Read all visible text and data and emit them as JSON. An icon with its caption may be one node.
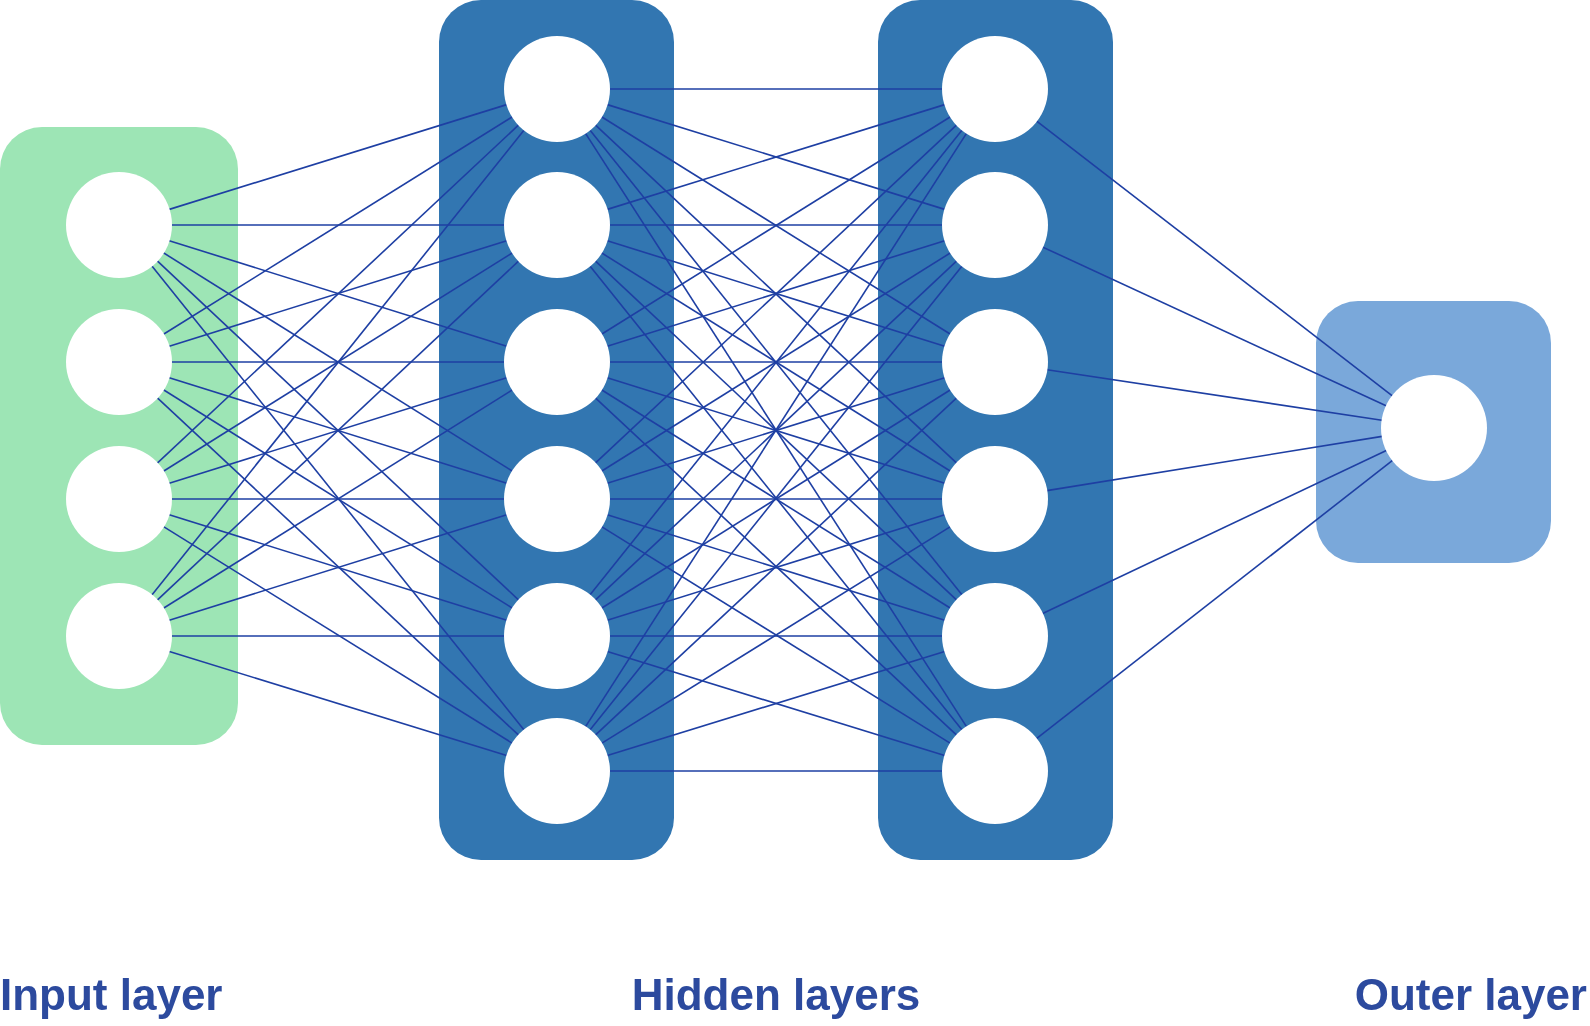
{
  "diagram": {
    "nodes": [
      {
        "text": [],
        "shape": "box"
      },
      {
        "text": [],
        "shape": "circle",
        "in": 0
      },
      {
        "text": [],
        "shape": "circle",
        "in": 0
      },
      {
        "text": [],
        "shape": "circle",
        "in": 0
      },
      {
        "text": [],
        "shape": "circle",
        "in": 0
      },
      {
        "text": [],
        "shape": "box"
      },
      {
        "text": [],
        "shape": "circle",
        "in": 5
      },
      {
        "text": [],
        "shape": "circle",
        "in": 5
      },
      {
        "text": [],
        "shape": "circle",
        "in": 5
      },
      {
        "text": [],
        "shape": "circle",
        "in": 5
      },
      {
        "text": [],
        "shape": "circle",
        "in": 5
      },
      {
        "text": [],
        "shape": "circle",
        "in": 5
      },
      {
        "text": [],
        "shape": "box"
      },
      {
        "text": [],
        "shape": "circle",
        "in": 12
      },
      {
        "text": [],
        "shape": "circle",
        "in": 12
      },
      {
        "text": [],
        "shape": "circle",
        "in": 12
      },
      {
        "text": [],
        "shape": "circle",
        "in": 12
      },
      {
        "text": [],
        "shape": "circle",
        "in": 12
      },
      {
        "text": [],
        "shape": "circle",
        "in": 12
      },
      {
        "text": [],
        "shape": "box"
      },
      {
        "text": [],
        "shape": "circle",
        "in": 19
      }
    ],
    "edges": [
      {
        "from": 1,
        "to": 6,
        "arrow": "none"
      },
      {
        "from": 1,
        "to": 7,
        "arrow": "none"
      },
      {
        "from": 1,
        "to": 8,
        "arrow": "none"
      },
      {
        "from": 1,
        "to": 9,
        "arrow": "none"
      },
      {
        "from": 1,
        "to": 10,
        "arrow": "none"
      },
      {
        "from": 1,
        "to": 11,
        "arrow": "none"
      },
      {
        "from": 2,
        "to": 6,
        "arrow": "none"
      },
      {
        "from": 2,
        "to": 7,
        "arrow": "none"
      },
      {
        "from": 2,
        "to": 8,
        "arrow": "none"
      },
      {
        "from": 2,
        "to": 9,
        "arrow": "none"
      },
      {
        "from": 2,
        "to": 10,
        "arrow": "none"
      },
      {
        "from": 2,
        "to": 11,
        "arrow": "none"
      },
      {
        "from": 3,
        "to": 6,
        "arrow": "none"
      },
      {
        "from": 3,
        "to": 7,
        "arrow": "none"
      },
      {
        "from": 3,
        "to": 8,
        "arrow": "none"
      },
      {
        "from": 3,
        "to": 9,
        "arrow": "none"
      },
      {
        "from": 3,
        "to": 10,
        "arrow": "none"
      },
      {
        "from": 3,
        "to": 11,
        "arrow": "none"
      },
      {
        "from": 4,
        "to": 6,
        "arrow": "none"
      },
      {
        "from": 4,
        "to": 7,
        "arrow": "none"
      },
      {
        "from": 4,
        "to": 8,
        "arrow": "none"
      },
      {
        "from": 4,
        "to": 9,
        "arrow": "none"
      },
      {
        "from": 4,
        "to": 10,
        "arrow": "none"
      },
      {
        "from": 4,
        "to": 11,
        "arrow": "none"
      },
      {
        "from": 6,
        "to": 13,
        "arrow": "none"
      },
      {
        "from": 6,
        "to": 14,
        "arrow": "none"
      },
      {
        "from": 6,
        "to": 15,
        "arrow": "none"
      },
      {
        "from": 6,
        "to": 16,
        "arrow": "none"
      },
      {
        "from": 6,
        "to": 17,
        "arrow": "none"
      },
      {
        "from": 6,
        "to": 18,
        "arrow": "none"
      },
      {
        "from": 7,
        "to": 13,
        "arrow": "none"
      },
      {
        "from": 7,
        "to": 14,
        "arrow": "none"
      },
      {
        "from": 7,
        "to": 15,
        "arrow": "none"
      },
      {
        "from": 7,
        "to": 16,
        "arrow": "none"
      },
      {
        "from": 7,
        "to": 17,
        "arrow": "none"
      },
      {
        "from": 7,
        "to": 18,
        "arrow": "none"
      },
      {
        "from": 8,
        "to": 13,
        "arrow": "none"
      },
      {
        "from": 8,
        "to": 14,
        "arrow": "none"
      },
      {
        "from": 8,
        "to": 15,
        "arrow": "none"
      },
      {
        "from": 8,
        "to": 16,
        "arrow": "none"
      },
      {
        "from": 8,
        "to": 17,
        "arrow": "none"
      },
      {
        "from": 8,
        "to": 18,
        "arrow": "none"
      },
      {
        "from": 9,
        "to": 13,
        "arrow": "none"
      },
      {
        "from": 9,
        "to": 14,
        "arrow": "none"
      },
      {
        "from": 9,
        "to": 15,
        "arrow": "none"
      },
      {
        "from": 9,
        "to": 16,
        "arrow": "none"
      },
      {
        "from": 9,
        "to": 17,
        "arrow": "none"
      },
      {
        "from": 9,
        "to": 18,
        "arrow": "none"
      },
      {
        "from": 10,
        "to": 13,
        "arrow": "none"
      },
      {
        "from": 10,
        "to": 14,
        "arrow": "none"
      },
      {
        "from": 10,
        "to": 15,
        "arrow": "none"
      },
      {
        "from": 10,
        "to": 16,
        "arrow": "none"
      },
      {
        "from": 10,
        "to": 17,
        "arrow": "none"
      },
      {
        "from": 10,
        "to": 18,
        "arrow": "none"
      },
      {
        "from": 11,
        "to": 13,
        "arrow": "none"
      },
      {
        "from": 11,
        "to": 14,
        "arrow": "none"
      },
      {
        "from": 11,
        "to": 15,
        "arrow": "none"
      },
      {
        "from": 11,
        "to": 16,
        "arrow": "none"
      },
      {
        "from": 11,
        "to": 17,
        "arrow": "none"
      },
      {
        "from": 11,
        "to": 18,
        "arrow": "none"
      },
      {
        "from": 13,
        "to": 20,
        "arrow": "none"
      },
      {
        "from": 14,
        "to": 20,
        "arrow": "none"
      },
      {
        "from": 15,
        "to": 20,
        "arrow": "none"
      },
      {
        "from": 16,
        "to": 20,
        "arrow": "none"
      },
      {
        "from": 17,
        "to": 20,
        "arrow": "none"
      },
      {
        "from": 18,
        "to": 20,
        "arrow": "none"
      }
    ],
    "labels": [
      "Input layer",
      "Hidden layers",
      "Outer layer"
    ]
  }
}
